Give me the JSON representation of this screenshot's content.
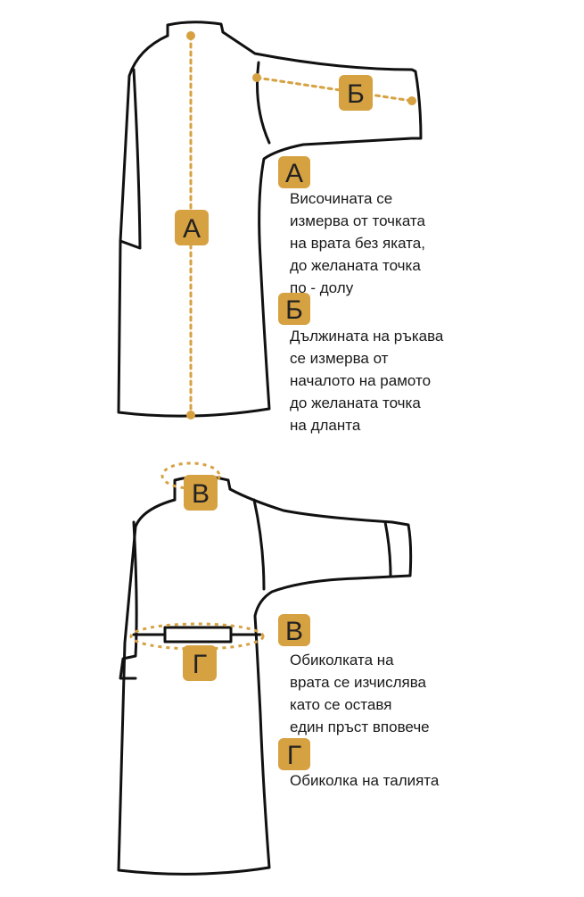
{
  "colors": {
    "accent": "#d6a141",
    "outline": "#111111",
    "text": "#1a1a1a",
    "background": "#ffffff"
  },
  "labels": {
    "a": "А",
    "b": "Б",
    "v": "В",
    "g": "Г"
  },
  "legend": {
    "a_lines": [
      "Височината се",
      "измерва от точката",
      "на врата без яката,",
      "до желаната точка",
      "по - долу"
    ],
    "b_lines": [
      "Дължината на ръкава",
      "се измерва от",
      "началото на рамото",
      "до желаната точка",
      "на дланта"
    ],
    "v_lines": [
      "Обиколката на",
      "врата се изчислява",
      "като се оставя",
      "един пръст вповече"
    ],
    "g_lines": [
      "Обиколка на талията"
    ]
  }
}
